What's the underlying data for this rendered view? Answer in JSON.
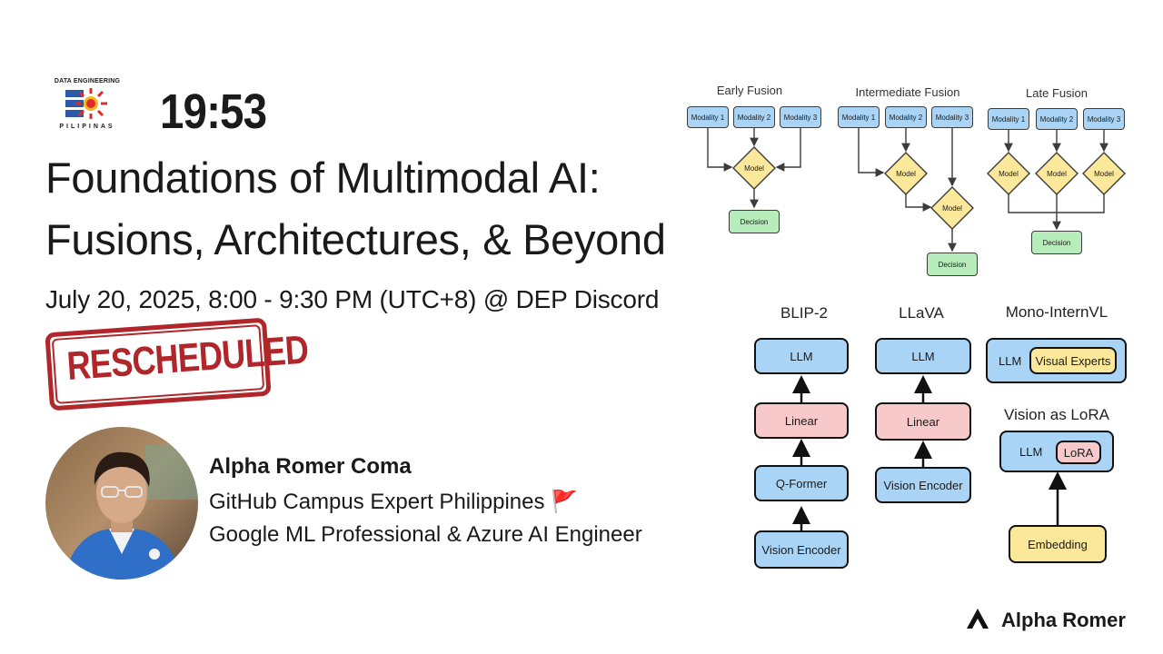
{
  "logo": {
    "top_text": "DATA ENGINEERING",
    "bottom_text": "PILIPINAS"
  },
  "clock": "19:53",
  "title": {
    "line1": "Foundations of Multimodal AI:",
    "line2": "Fusions, Architectures, & Beyond"
  },
  "dateline": "July 20, 2025, 8:00 - 9:30 PM (UTC+8) @ DEP Discord",
  "stamp": "RESCHEDULED",
  "speaker": {
    "name": "Alpha Romer Coma",
    "role1": "GitHub Campus Expert Philippines 🚩",
    "role2": "Google ML Professional & Azure AI Engineer"
  },
  "fusion": {
    "early": {
      "title": "Early Fusion",
      "m1": "Modality 1",
      "m2": "Modality 2",
      "m3": "Modality 3",
      "model": "Model",
      "decision": "Decision"
    },
    "intermediate": {
      "title": "Intermediate Fusion",
      "m1": "Modality 1",
      "m2": "Modality 2",
      "m3": "Modality 3",
      "model1": "Model",
      "model2": "Model",
      "decision": "Decision"
    },
    "late": {
      "title": "Late Fusion",
      "m1": "Modality 1",
      "m2": "Modality 2",
      "m3": "Modality 3",
      "model1": "Model",
      "model2": "Model",
      "model3": "Model",
      "decision": "Decision"
    }
  },
  "architectures": {
    "blip2": {
      "title": "BLIP-2",
      "llm": "LLM",
      "linear": "Linear",
      "qformer": "Q-Former",
      "encoder": "Vision Encoder"
    },
    "llava": {
      "title": "LLaVA",
      "llm": "LLM",
      "linear": "Linear",
      "encoder": "Vision Encoder"
    },
    "mono": {
      "title": "Mono-InternVL",
      "llm": "LLM",
      "experts": "Visual Experts"
    },
    "lora": {
      "title": "Vision as LoRA",
      "llm": "LLM",
      "lora": "LoRA",
      "embedding": "Embedding"
    }
  },
  "brand": {
    "name": "Alpha Romer",
    "icon": "chevron-up-logo-icon"
  },
  "colors": {
    "stamp": "#b0262a",
    "blue": "#a9d4f5",
    "pink": "#f8c9ca",
    "yellow": "#fbe89a",
    "green": "#b7ecbb"
  }
}
